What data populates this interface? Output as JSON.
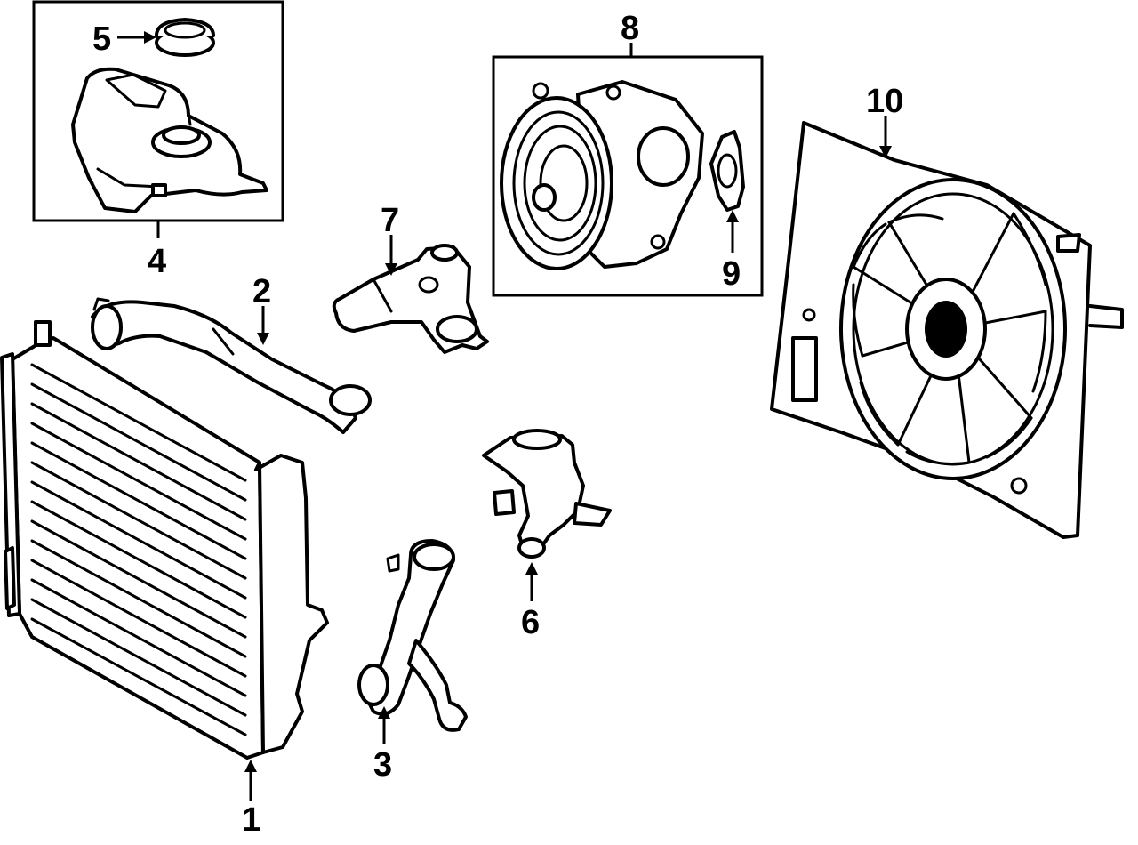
{
  "callouts": {
    "c1": "1",
    "c2": "2",
    "c3": "3",
    "c4": "4",
    "c5": "5",
    "c6": "6",
    "c7": "7",
    "c8": "8",
    "c9": "9",
    "c10": "10"
  },
  "colors": {
    "line": "#000000",
    "background": "#ffffff"
  }
}
